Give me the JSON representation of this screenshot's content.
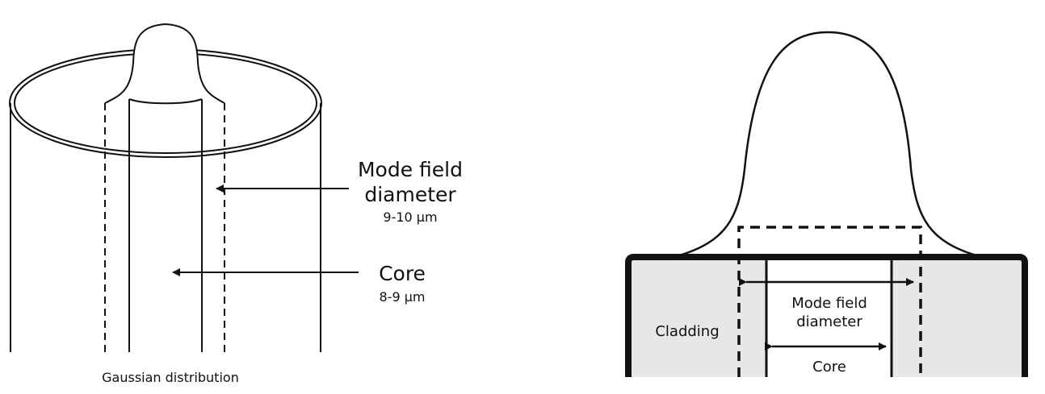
{
  "left_diagram": {
    "mfd_label_line1": "Mode field",
    "mfd_label_line2": "diameter",
    "mfd_value": "9-10 µm",
    "core_label": "Core",
    "core_value": "8-9 µm",
    "caption": "Gaussian distribution"
  },
  "right_diagram": {
    "cladding_label": "Cladding",
    "mfd_label_line1": "Mode field",
    "mfd_label_line2": "diameter",
    "core_label": "Core",
    "cladding_color": "#e6e7e8"
  }
}
